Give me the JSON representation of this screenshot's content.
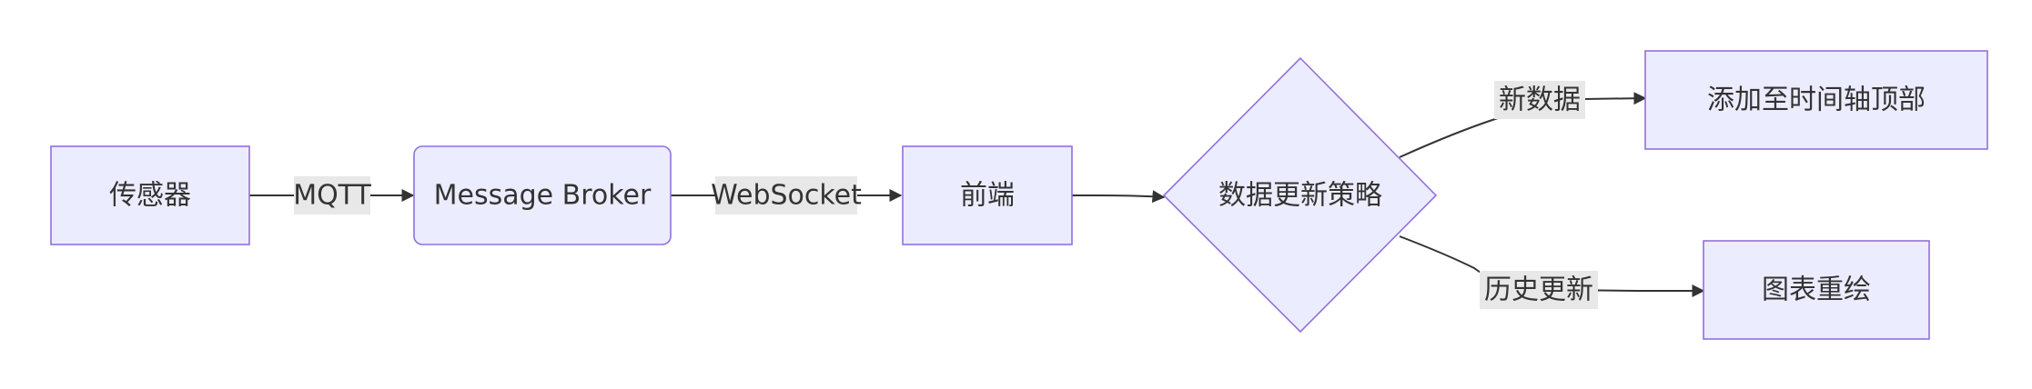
{
  "diagram": {
    "nodes": {
      "sensor": "传感器",
      "broker": "Message Broker",
      "frontend": "前端",
      "strategy": "数据更新策略",
      "timeline_top": "添加至时间轴顶部",
      "redraw": "图表重绘"
    },
    "edges": {
      "sensor_broker": "MQTT",
      "broker_frontend": "WebSocket",
      "strategy_timeline": "新数据",
      "strategy_redraw": "历史更新"
    }
  },
  "colors": {
    "node_fill": "#ECECFF",
    "node_stroke": "#9370DB",
    "edge": "#333333",
    "label_bg": "#E8E8E8"
  }
}
